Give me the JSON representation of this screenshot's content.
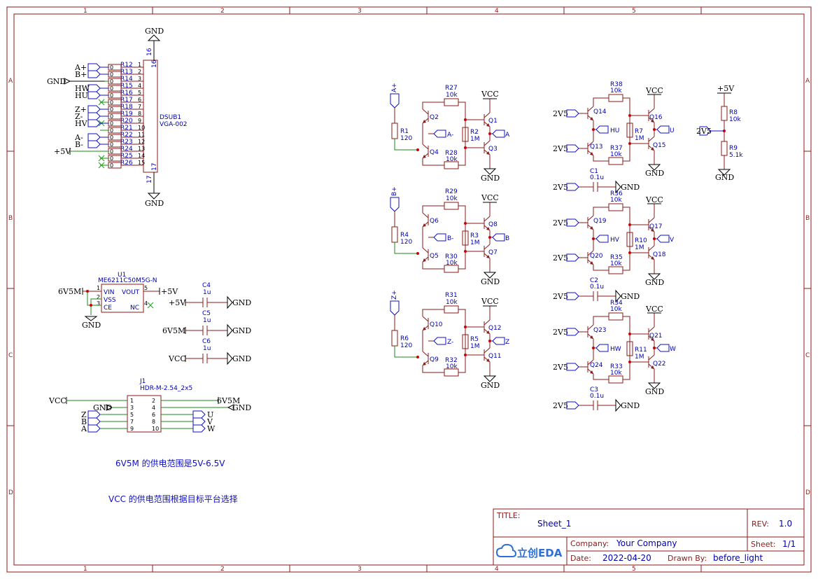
{
  "zones": {
    "columns": [
      "1",
      "2",
      "3",
      "4",
      "5"
    ],
    "rows": [
      "A",
      "B",
      "C",
      "D"
    ]
  },
  "connector": {
    "designator": "DSUB1",
    "part": "VGA-002",
    "top_pin": "16",
    "bottom_pin": "17",
    "top_power": "GND",
    "bottom_power": "GND",
    "left_gnd": "GND",
    "left_5v": "+5V",
    "ports": [
      "A+",
      "B+",
      "HW",
      "HU",
      "Z+",
      "Z-",
      "HV",
      "A-",
      "B-"
    ],
    "pin_numbers": [
      "1",
      "2",
      "3",
      "4",
      "5",
      "6",
      "7",
      "8",
      "9",
      "10",
      "11",
      "12",
      "13",
      "14",
      "15"
    ],
    "resistors": [
      "R12",
      "R13",
      "R14",
      "R15",
      "R16",
      "R17",
      "R18",
      "R19",
      "R20",
      "R21",
      "R22",
      "R23",
      "R24",
      "R25",
      "R26"
    ],
    "res_value": "0"
  },
  "regulator": {
    "designator": "U1",
    "part": "ME6211C50M5G-N",
    "pin_vin": "VIN",
    "pin_vss": "VSS",
    "pin_ce": "CE",
    "pin_vout": "VOUT",
    "pin_nc": "NC",
    "n1": "1",
    "n2": "2",
    "n3": "3",
    "n4": "4",
    "n5": "5",
    "in_net": "6V5M",
    "out_net": "+5V",
    "gnd": "GND"
  },
  "caps_left": [
    {
      "ref": "C4",
      "value": "1u",
      "net": "+5V",
      "gnd": "GND"
    },
    {
      "ref": "C5",
      "value": "1u",
      "net": "6V5M",
      "gnd": "GND"
    },
    {
      "ref": "C6",
      "value": "1u",
      "net": "VCC",
      "gnd": "GND"
    }
  ],
  "header": {
    "designator": "J1",
    "part": "HDR-M-2.54_2x5",
    "pins": [
      "1",
      "2",
      "3",
      "4",
      "5",
      "6",
      "7",
      "8",
      "9",
      "10"
    ],
    "vcc": "VCC",
    "gnd_left": "GND",
    "v6": "6V5M",
    "gnd_right": "GND",
    "left_ports": [
      "Z",
      "B",
      "A"
    ],
    "right_ports": [
      "U",
      "V",
      "W"
    ]
  },
  "drivers": [
    {
      "in": "A+",
      "r_in": "R1",
      "r_in_val": "120",
      "q_top": "Q2",
      "q_bot": "Q4",
      "q_out_top": "Q1",
      "q_out_bot": "Q3",
      "r_top": "R27",
      "r_bot": "R28",
      "r_mid": "R2",
      "r_mid_val": "1M",
      "r_pull": "10k",
      "neg": "A-",
      "out": "A",
      "vcc": "VCC",
      "gnd": "GND"
    },
    {
      "in": "B+",
      "r_in": "R4",
      "r_in_val": "120",
      "q_top": "Q6",
      "q_bot": "Q5",
      "q_out_top": "Q8",
      "q_out_bot": "Q7",
      "r_top": "R29",
      "r_bot": "R30",
      "r_mid": "R3",
      "r_mid_val": "1M",
      "r_pull": "10k",
      "neg": "B-",
      "out": "B",
      "vcc": "VCC",
      "gnd": "GND"
    },
    {
      "in": "Z+",
      "r_in": "R6",
      "r_in_val": "120",
      "q_top": "Q10",
      "q_bot": "Q9",
      "q_out_top": "Q12",
      "q_out_bot": "Q11",
      "r_top": "R31",
      "r_bot": "R32",
      "r_mid": "R5",
      "r_mid_val": "1M",
      "r_pull": "10k",
      "neg": "Z-",
      "out": "Z",
      "vcc": "VCC",
      "gnd": "GND"
    }
  ],
  "hall_drivers": [
    {
      "in": "2V5",
      "q_top": "Q14",
      "q_bot": "Q13",
      "q_out_top": "Q16",
      "q_out_bot": "Q15",
      "r_top": "R38",
      "r_bot": "R37",
      "r_mid": "R7",
      "r_mid_val": "1M",
      "r_pull": "10k",
      "hall": "HU",
      "out": "U",
      "vcc": "VCC",
      "gnd": "GND",
      "cap": "C1",
      "cap_val": "0.1u"
    },
    {
      "in": "2V5",
      "q_top": "Q19",
      "q_bot": "Q20",
      "q_out_top": "Q17",
      "q_out_bot": "Q18",
      "r_top": "R36",
      "r_bot": "R35",
      "r_mid": "R10",
      "r_mid_val": "1M",
      "r_pull": "10k",
      "hall": "HV",
      "out": "V",
      "vcc": "VCC",
      "gnd": "GND",
      "cap": "C2",
      "cap_val": "0.1u"
    },
    {
      "in": "2V5",
      "q_top": "Q23",
      "q_bot": "Q24",
      "q_out_top": "Q21",
      "q_out_bot": "Q22",
      "r_top": "R34",
      "r_bot": "R33",
      "r_mid": "R11",
      "r_mid_val": "1M",
      "r_pull": "10k",
      "hall": "HW",
      "out": "W",
      "vcc": "VCC",
      "gnd": "GND",
      "cap": "C3",
      "cap_val": "0.1u"
    }
  ],
  "divider": {
    "top": "+5V",
    "r1": "R8",
    "r1_val": "10k",
    "r2": "R9",
    "r2_val": "5.1k",
    "net": "2V5",
    "gnd": "GND"
  },
  "notes": [
    "6V5M 的供电范围是5V-6.5V",
    "VCC 的供电范围根据目标平台选择"
  ],
  "title_block": {
    "title_label": "TITLE:",
    "title": "Sheet_1",
    "rev_label": "REV:",
    "rev": "1.0",
    "company_label": "Company:",
    "company": "Your Company",
    "sheet_label": "Sheet:",
    "sheet": "1/1",
    "date_label": "Date:",
    "date": "2022-04-20",
    "drawn_label": "Drawn By:",
    "drawn": "before_light",
    "logo": "立创EDA",
    "logo_icon": "cloud-icon"
  }
}
